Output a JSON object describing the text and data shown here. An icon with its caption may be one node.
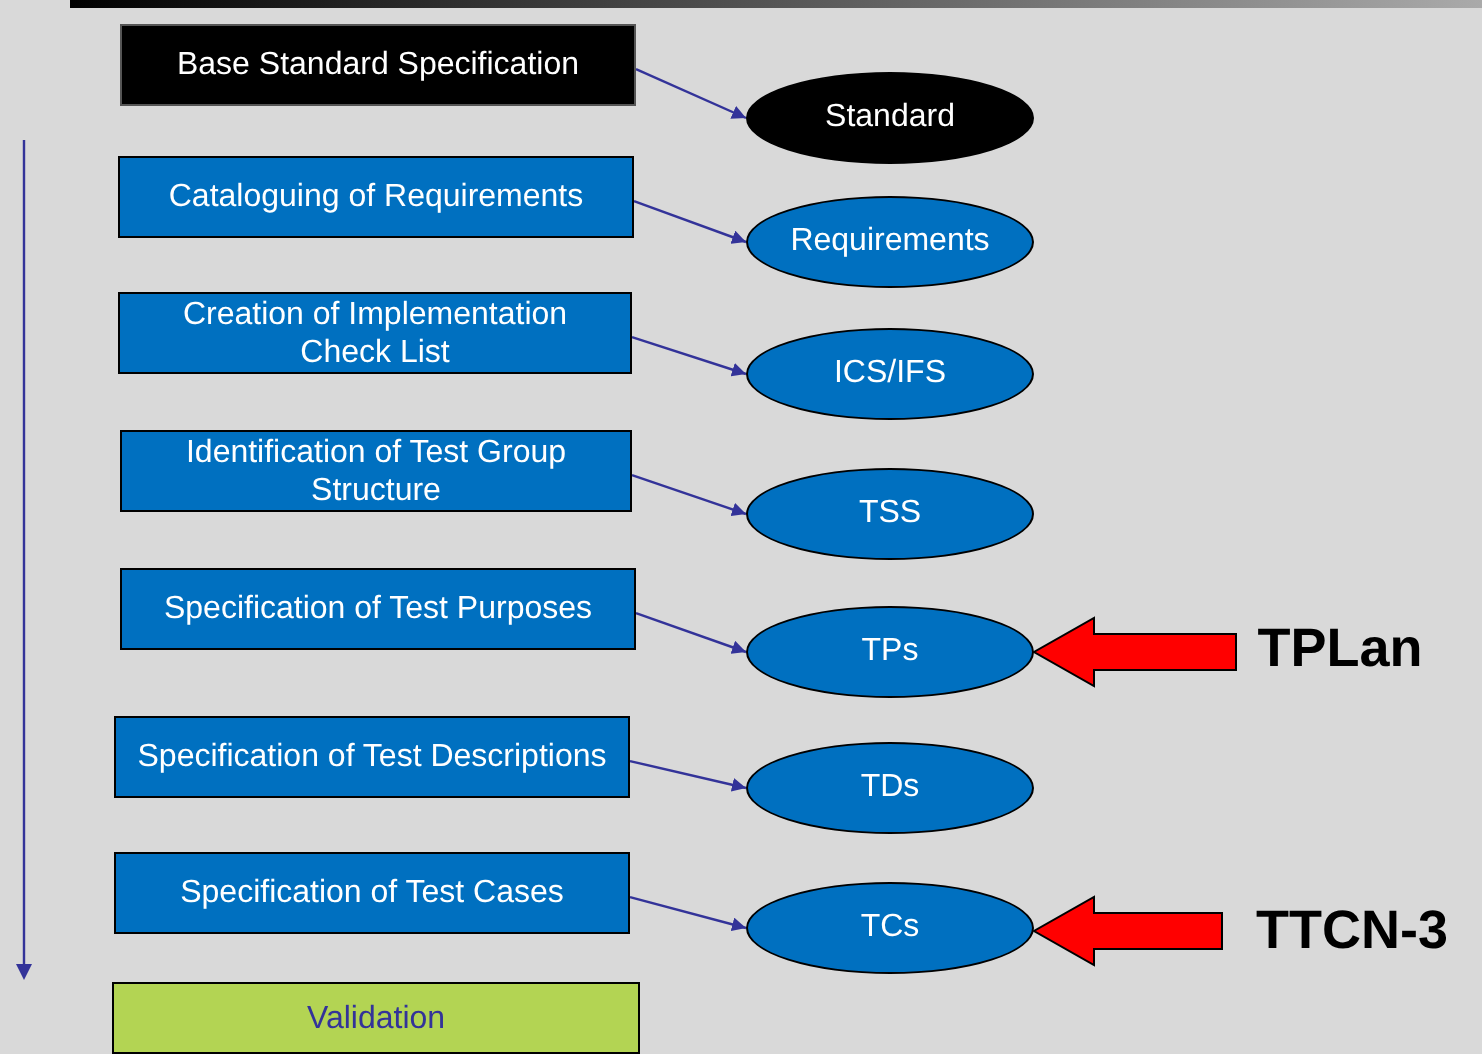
{
  "diagram": {
    "nodes": [
      {
        "text": [
          "Base Standard Specification"
        ]
      },
      {
        "text": [
          "Standard"
        ]
      },
      {
        "text": [
          "Cataloguing of Requirements"
        ]
      },
      {
        "text": [
          "Requirements"
        ]
      },
      {
        "text": [
          "Creation of Implementation Check List"
        ]
      },
      {
        "text": [
          "ICS/IFS"
        ]
      },
      {
        "text": [
          "Identification of Test Group Structure"
        ]
      },
      {
        "text": [
          "TSS"
        ]
      },
      {
        "text": [
          "Specification of Test Purposes"
        ]
      },
      {
        "text": [
          "TPs"
        ]
      },
      {
        "text": [
          "Specification of Test Descriptions"
        ]
      },
      {
        "text": [
          "TDs"
        ]
      },
      {
        "text": [
          "Specification of Test Cases"
        ]
      },
      {
        "text": [
          "TCs"
        ]
      },
      {
        "text": [
          "Validation"
        ]
      },
      {
        "text": [
          "TPLan"
        ]
      },
      {
        "text": [
          "TTCN-3"
        ]
      }
    ],
    "edges": [
      {
        "from": 0,
        "to": 1,
        "arrow": "to"
      },
      {
        "from": 2,
        "to": 3,
        "arrow": "to"
      },
      {
        "from": 4,
        "to": 5,
        "arrow": "to"
      },
      {
        "from": 6,
        "to": 7,
        "arrow": "to"
      },
      {
        "from": 8,
        "to": 9,
        "arrow": "to"
      },
      {
        "from": 10,
        "to": 11,
        "arrow": "to"
      },
      {
        "from": 12,
        "to": 13,
        "arrow": "to"
      },
      {
        "from": 15,
        "to": 9,
        "arrow": "to",
        "style": "thick",
        "color": "#ff0000"
      },
      {
        "from": 16,
        "to": 13,
        "arrow": "to",
        "style": "thick",
        "color": "#ff0000"
      }
    ]
  }
}
